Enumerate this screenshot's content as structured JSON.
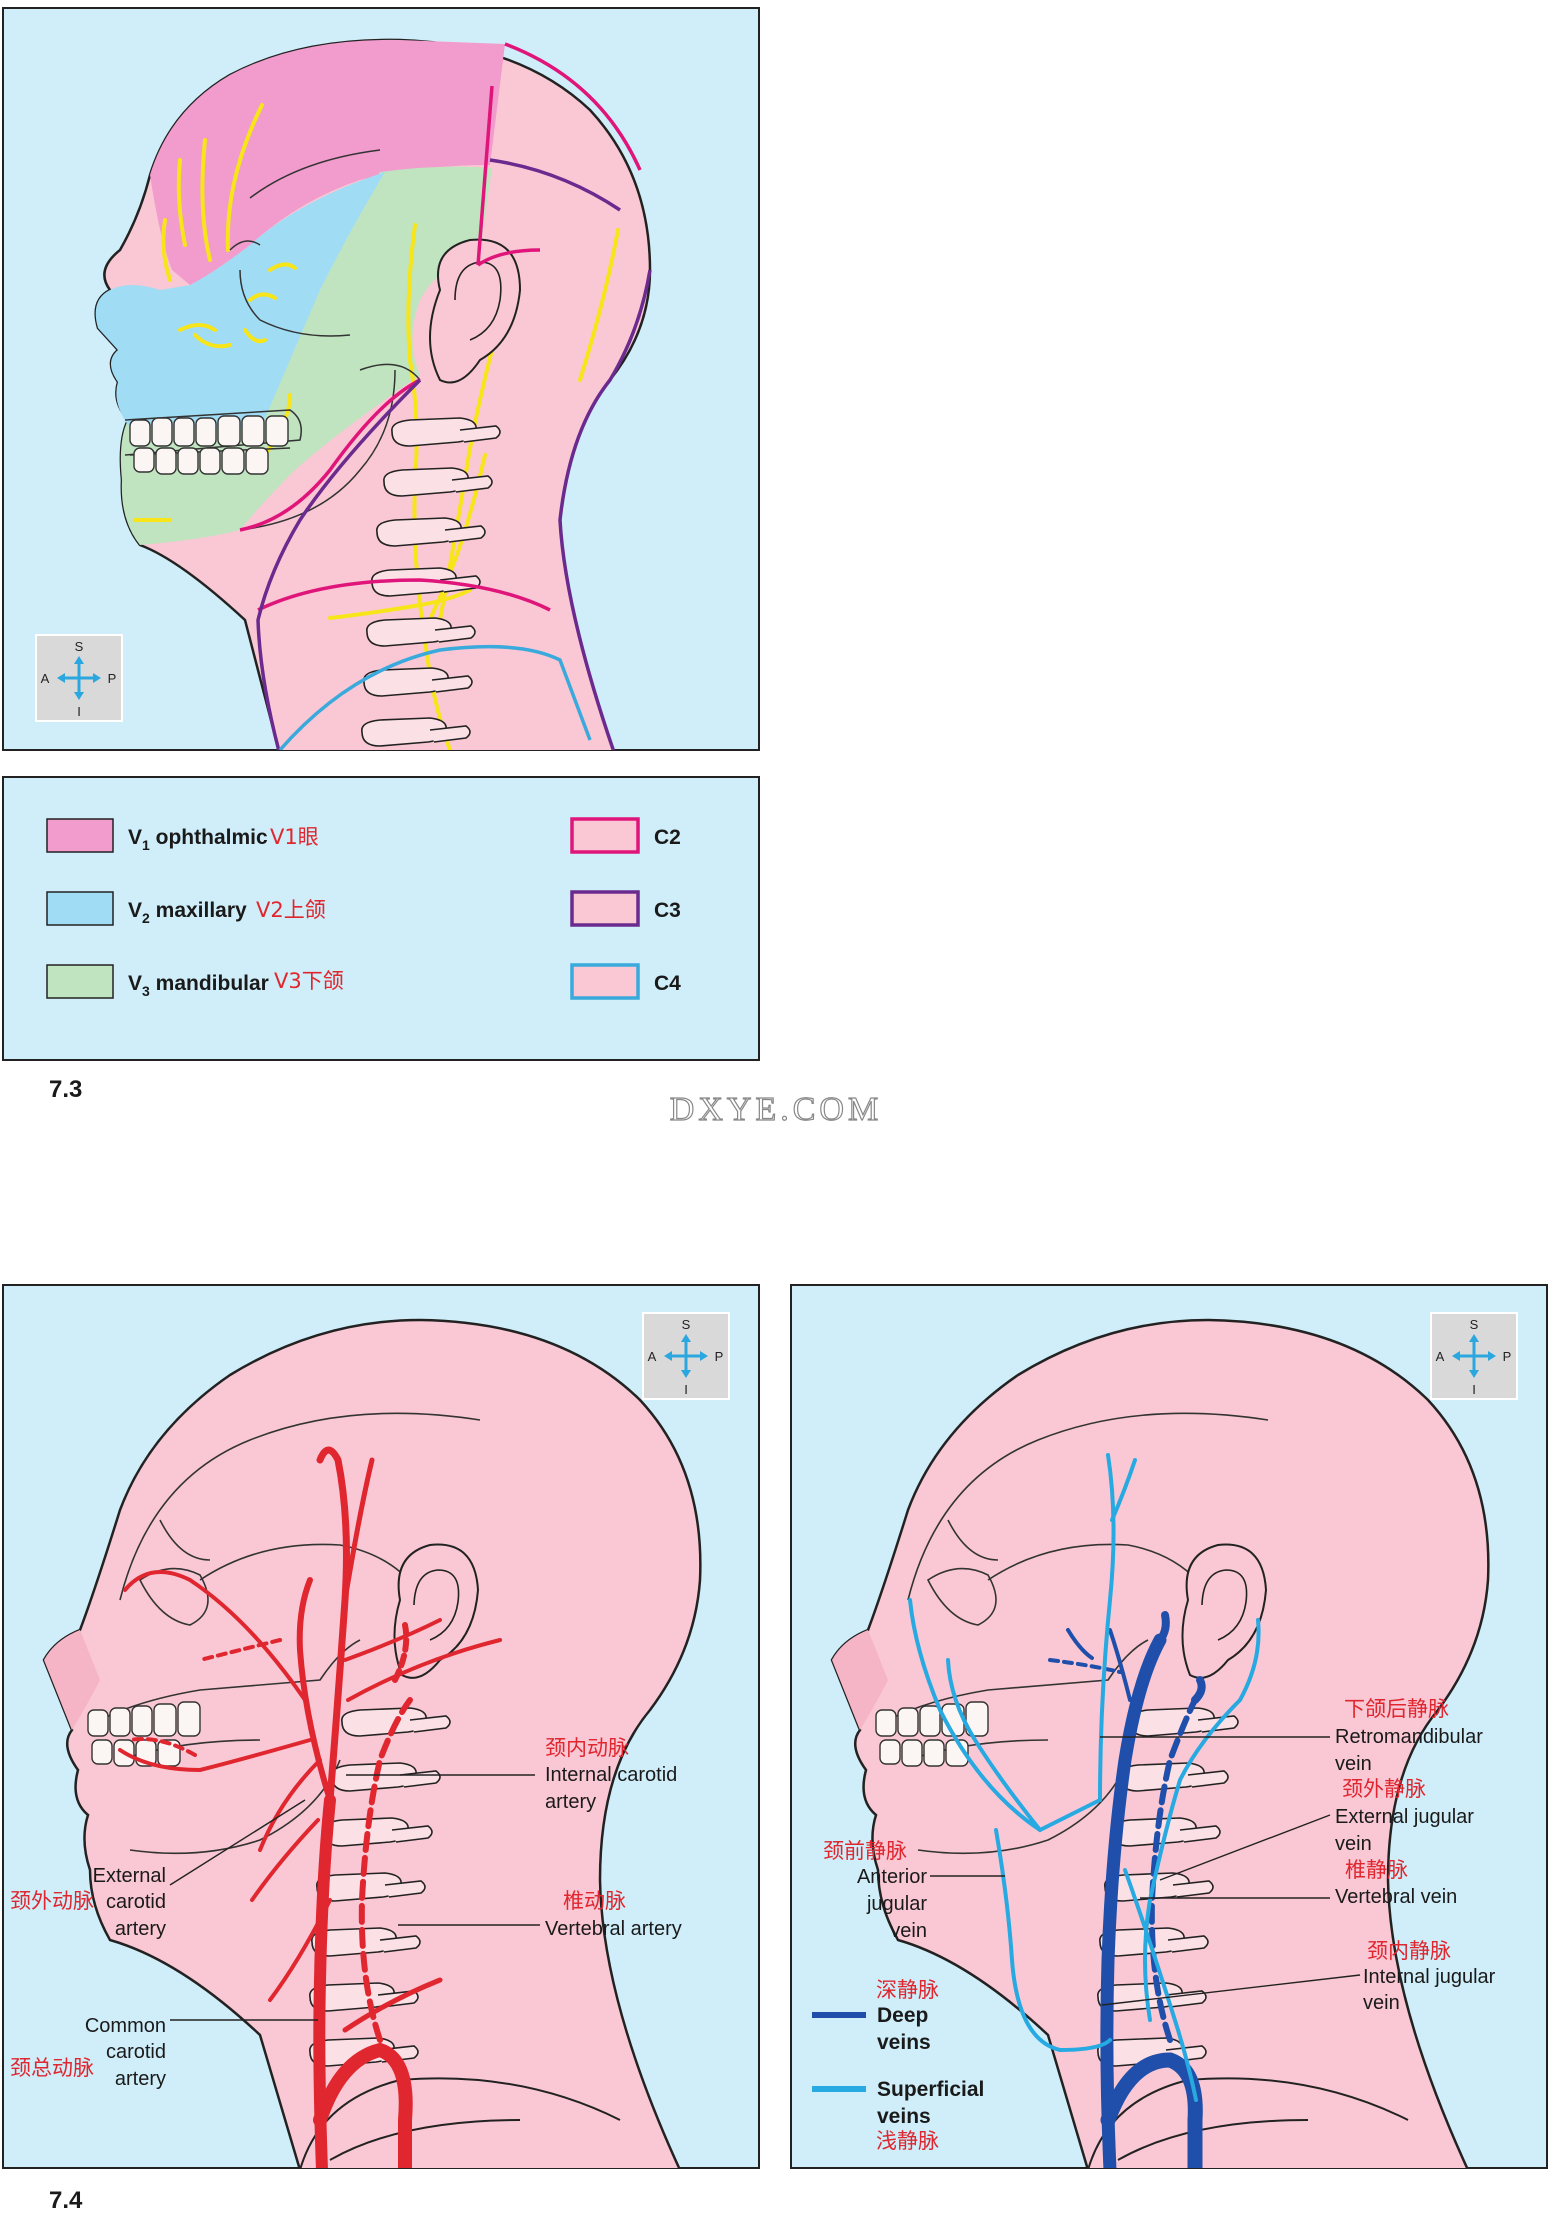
{
  "figure_7_3": {
    "number": "7.3",
    "compass": {
      "s": "S",
      "a": "A",
      "p": "P",
      "i": "I"
    },
    "legend": [
      {
        "code": "V1",
        "sub": "1",
        "en": "V",
        "name": " ophthalmic",
        "cn": "V1眼",
        "color": "#f29bcd"
      },
      {
        "code": "V2",
        "sub": "2",
        "en": "V",
        "name": " maxillary",
        "cn": "V2上颌",
        "color": "#a0dcf4"
      },
      {
        "code": "V3",
        "sub": "3",
        "en": "V",
        "name": " mandibular",
        "cn": "V3下颌",
        "color": "#bfe4bf"
      },
      {
        "code": "C2",
        "label": "C2",
        "border": "#e0157a"
      },
      {
        "code": "C3",
        "label": "C3",
        "border": "#6a2a8e"
      },
      {
        "code": "C4",
        "label": "C4",
        "border": "#3aa9dc"
      }
    ]
  },
  "watermark": "DXYE.COM",
  "figure_7_4": {
    "number": "7.4",
    "arteries": {
      "compass": {
        "s": "S",
        "a": "A",
        "p": "P",
        "i": "I"
      },
      "labels": {
        "internal_carotid": {
          "cn": "颈内动脉",
          "en1": "Internal carotid",
          "en2": "artery"
        },
        "external_carotid": {
          "cn": "颈外动脉",
          "en1": "External",
          "en2": "carotid",
          "en3": "artery"
        },
        "vertebral": {
          "cn": "椎动脉",
          "en1": "Vertebral artery"
        },
        "common_carotid": {
          "cn": "颈总动脉",
          "en1": "Common",
          "en2": "carotid",
          "en3": "artery"
        }
      }
    },
    "veins": {
      "compass": {
        "s": "S",
        "a": "A",
        "p": "P",
        "i": "I"
      },
      "labels": {
        "retromandibular": {
          "cn": "下颌后静脉",
          "en1": "Retromandibular",
          "en2": "vein"
        },
        "external_jugular": {
          "cn": "颈外静脉",
          "en1": "External jugular",
          "en2": "vein"
        },
        "vertebral_vein": {
          "cn": "椎静脉",
          "en1": "Vertebral vein"
        },
        "internal_jugular": {
          "cn": "颈内静脉",
          "en1": "Internal jugular",
          "en2": "vein"
        },
        "anterior_jugular": {
          "cn": "颈前静脉",
          "en1": "Anterior",
          "en2": "jugular",
          "en3": "vein"
        }
      },
      "legend": {
        "deep": {
          "cn": "深静脉",
          "en1": "Deep",
          "en2": "veins",
          "color": "#1f4faa"
        },
        "superficial": {
          "cn": "浅静脉",
          "en1": "Superficial",
          "en2": "veins",
          "color": "#27a9e1"
        }
      }
    }
  }
}
